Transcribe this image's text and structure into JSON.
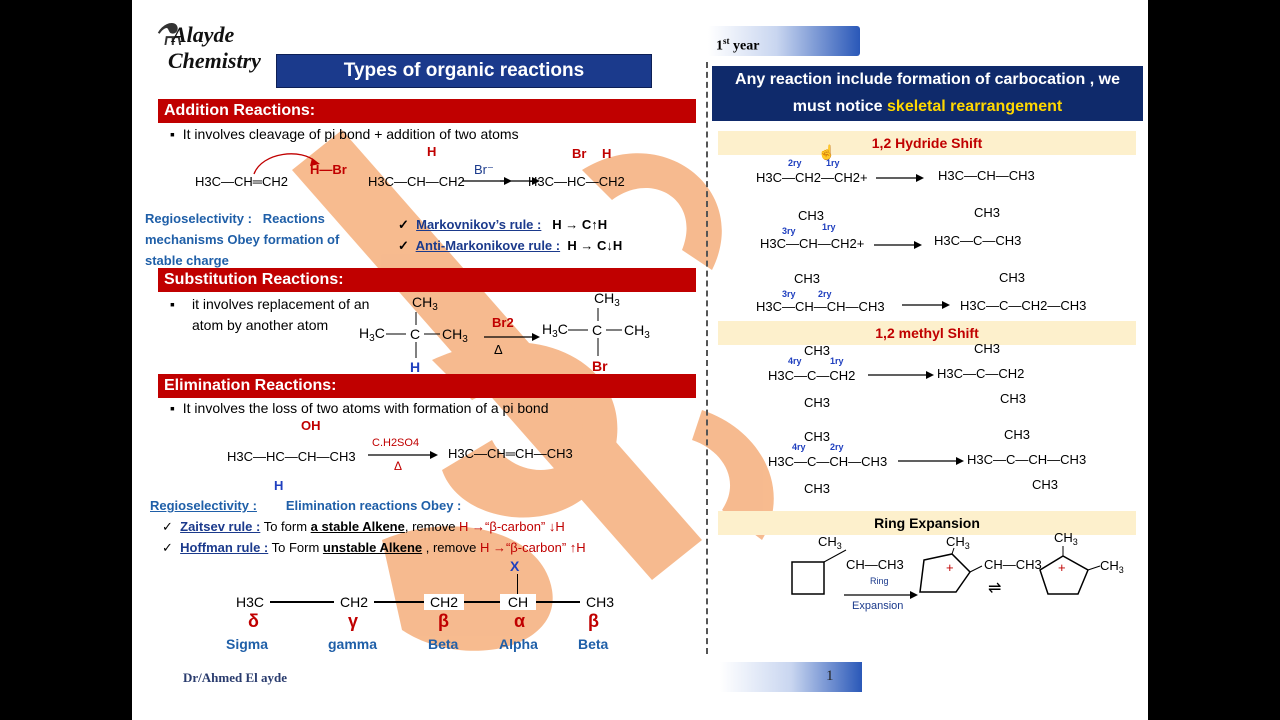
{
  "header": {
    "logo_line1": "Alayde",
    "logo_line2": "Chemistry",
    "title": "Types of organic reactions",
    "year": "1",
    "year_sup": "st",
    "year_suffix": " year"
  },
  "addition": {
    "heading": "Addition Reactions:",
    "bullet": "It involves cleavage of pi bond + addition of two atoms",
    "eq_reactant": "H3C—CH═CH2",
    "eq_hbr": "H—Br",
    "eq_intermediate": "H3C—CH—CH2",
    "eq_reagent": "Br⁻",
    "eq_product": "H3C—HC—CH2",
    "eq_H": "H",
    "eq_Br": "Br",
    "regio_label": "Regioselectivity :",
    "regio_text": "Reactions mechanisms Obey formation of stable charge",
    "markov_label": "Markovnikov’s rule :",
    "markov_rule": "H → C↑H",
    "anti_label": "Anti-Markonikove rule :",
    "anti_rule": "H → C↓H"
  },
  "substitution": {
    "heading": "Substitution Reactions:",
    "bullet": "it involves replacement of an atom by another atom",
    "reagent": "Br2",
    "condition": "Δ",
    "product_sub": "Br"
  },
  "elimination": {
    "heading": "Elimination Reactions:",
    "bullet": "It involves the loss of two atoms with formation of a pi bond",
    "oh": "OH",
    "reactant": "H3C—HC—CH—CH3",
    "h": "H",
    "reagent": "C.H2SO4",
    "condition": "Δ",
    "product": "H3C—CH═CH—CH3",
    "regio_label": "Regioselectivity :",
    "regio_text": "Elimination reactions Obey :",
    "zaitsev_label": "Zaitsev  rule :",
    "zaitsev_text": " To form ",
    "zaitsev_em": "a stable Alkene",
    "zaitsev_tail": ", remove ",
    "zaitsev_rule": "H →“β-carbon” ↓H",
    "hoff_label": "Hoffman rule :",
    "hoff_text": " To Form ",
    "hoff_em": "unstable Alkene",
    "hoff_tail": " , remove ",
    "hoff_rule": "H →“β-carbon” ↑H",
    "chain_x": "X",
    "chain": [
      {
        "group": "H3C",
        "greek": "δ",
        "name": "Sigma"
      },
      {
        "group": "CH2",
        "greek": "γ",
        "name": "gamma"
      },
      {
        "group": "CH2",
        "greek": "β",
        "name": "Beta"
      },
      {
        "group": "CH",
        "greek": "α",
        "name": "Alpha"
      },
      {
        "group": "CH3",
        "greek": "β",
        "name": "Beta"
      }
    ]
  },
  "carbocation": {
    "note_line1": "Any reaction include formation of carbocation , we",
    "note_line2": "must notice ",
    "note_highlight": "skeletal rearrangement",
    "hydride_title": "1,2 Hydride Shift",
    "methyl_title": "1,2 methyl Shift",
    "ring_title": "Ring Expansion",
    "ring_reagent": "Ring",
    "ring_condition": "Expansion",
    "labels": {
      "two_ry": "2ry",
      "one_ry": "1ry",
      "three_ry": "3ry",
      "four_ry": "4ry"
    },
    "h1_left": "H3C—CH2—CH2+",
    "h1_right": "H3C—CH—CH3",
    "h2_left": "H3C—CH—CH2+",
    "h2_right": "H3C—C—CH3",
    "h3_left": "H3C—CH—CH—CH3",
    "h3_right": "H3C—C—CH2—CH3",
    "m1_left": "H3C—C—CH2",
    "m1_right": "H3C—C—CH2",
    "m2_left": "H3C—C—CH—CH3",
    "m2_right": "H3C—C—CH—CH3",
    "ch3": "CH3",
    "ring_sub": "CH—CH3"
  },
  "footer": {
    "author": "Dr/Ahmed El ayde",
    "page": "1"
  },
  "colors": {
    "title_bg": "#1b3a8c",
    "heading_bg": "#c00000",
    "note_bg": "#0f2a6b",
    "highlight": "#ffd700",
    "tan": "#fdf0cc",
    "watermark": "#f4a46a"
  }
}
